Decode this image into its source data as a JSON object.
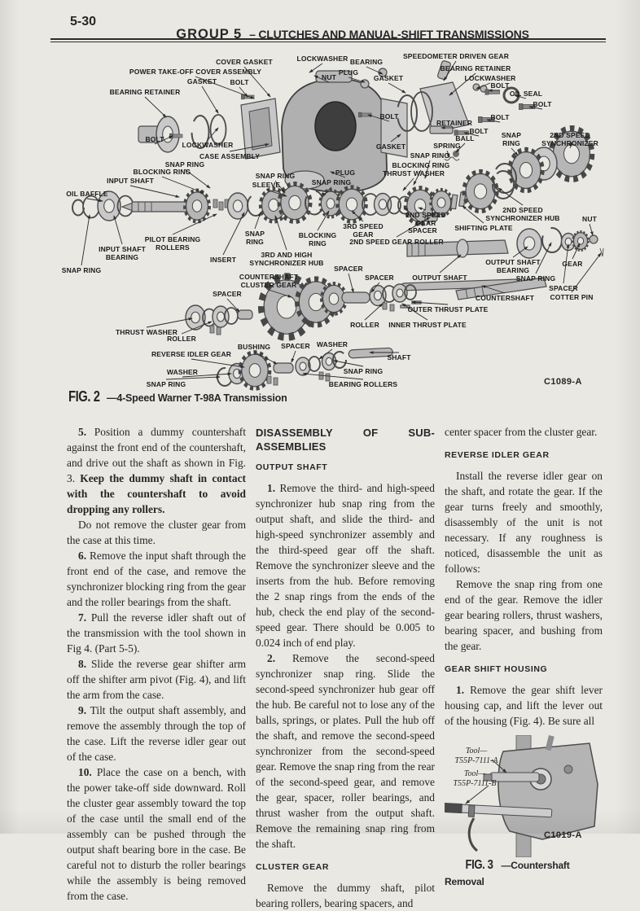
{
  "page": {
    "number": "5-30",
    "title_group": "GROUP 5",
    "title_rest": "– CLUTCHES AND MANUAL-SHIFT TRANSMISSIONS"
  },
  "fig2": {
    "caption_label": "FIG. 2",
    "caption_text": "—4-Speed Warner T-98A Transmission",
    "code": "C1089-A",
    "labels": [
      [
        "COVER GASKET",
        300,
        12,
        332,
        60
      ],
      [
        "LOCKWASHER",
        396,
        8,
        380,
        30
      ],
      [
        "BEARING",
        450,
        12,
        470,
        32
      ],
      [
        "SPEEDOMETER DRIVEN GEAR",
        560,
        5,
        545,
        40
      ],
      [
        "POWER TAKE-OFF COVER ASSEMBLY",
        240,
        24,
        312,
        62
      ],
      [
        "NUT",
        404,
        31,
        386,
        34
      ],
      [
        "PLUG",
        428,
        25,
        448,
        42
      ],
      [
        "GASKET",
        477,
        32,
        498,
        55
      ],
      [
        "BEARING RETAINER",
        584,
        20,
        552,
        58
      ],
      [
        "LOCKWASHER",
        602,
        32,
        585,
        50
      ],
      [
        "GASKET",
        248,
        36,
        268,
        80
      ],
      [
        "BOLT",
        294,
        37,
        304,
        60
      ],
      [
        "BOLT",
        614,
        41,
        600,
        52
      ],
      [
        "BEARING RETAINER",
        178,
        49,
        204,
        85
      ],
      [
        "OIL SEAL",
        646,
        51,
        632,
        58
      ],
      [
        "BOLT",
        666,
        64,
        650,
        72
      ],
      [
        "BOLT",
        478,
        79,
        452,
        82
      ],
      [
        "BOLT",
        614,
        80,
        598,
        88
      ],
      [
        "RETAINER",
        558,
        87,
        542,
        98
      ],
      [
        "BOLT",
        588,
        97,
        570,
        104
      ],
      [
        "BALL",
        571,
        106,
        560,
        128
      ],
      [
        "SNAP\nRING",
        628,
        102,
        636,
        132
      ],
      [
        "2ND SPEED\nSYNCHRONIZER",
        700,
        102,
        702,
        116
      ],
      [
        "GASKET",
        480,
        116,
        492,
        106
      ],
      [
        "SPRING",
        549,
        115,
        552,
        134
      ],
      [
        "SNAP RING",
        528,
        127,
        522,
        160
      ],
      [
        "BLOCKING RING",
        517,
        139,
        508,
        168
      ],
      [
        "THRUST WASHER",
        508,
        149,
        495,
        175
      ],
      [
        "BOLT",
        190,
        107,
        212,
        108
      ],
      [
        "LOCKWASHER",
        255,
        114,
        268,
        98
      ],
      [
        "CASE ASSEMBLY",
        282,
        128,
        330,
        118
      ],
      [
        "SNAP RING",
        227,
        138,
        258,
        172
      ],
      [
        "BLOCKING RING",
        199,
        147,
        250,
        178
      ],
      [
        "INPUT SHAFT",
        160,
        158,
        220,
        183
      ],
      [
        "OIL BAFFLE",
        107,
        174,
        126,
        188
      ],
      [
        "SNAP RING",
        338,
        152,
        350,
        178
      ],
      [
        "SLEEVE",
        327,
        163,
        352,
        182
      ],
      [
        "PLUG",
        424,
        148,
        406,
        152
      ],
      [
        "SNAP RING",
        407,
        160,
        396,
        182
      ],
      [
        "SNAP RING",
        100,
        268,
        110,
        205
      ],
      [
        "INPUT SHAFT\nBEARING",
        150,
        242,
        140,
        206
      ],
      [
        "PILOT BEARING\nROLLERS",
        212,
        230,
        266,
        204
      ],
      [
        "INSERT",
        274,
        255,
        300,
        202
      ],
      [
        "SNAP\nRING",
        313,
        223,
        320,
        202
      ],
      [
        "3RD AND HIGH\nSYNCHRONIZER HUB",
        352,
        249,
        338,
        206
      ],
      [
        "BLOCKING\nRING",
        390,
        225,
        404,
        200
      ],
      [
        "3RD SPEED\nGEAR",
        446,
        214,
        432,
        200
      ],
      [
        "2ND SPEED\nGEAR",
        523,
        200,
        514,
        196
      ],
      [
        "SPACER",
        519,
        219,
        497,
        196
      ],
      [
        "2ND SPEED GEAR ROLLER",
        487,
        233,
        528,
        208
      ],
      [
        "SHIFTING PLATE",
        594,
        216,
        568,
        194
      ],
      [
        "2ND SPEED\nSYNCHRONIZER HUB",
        642,
        194,
        612,
        172
      ],
      [
        "NUT",
        724,
        205,
        728,
        230
      ],
      [
        "OUTPUT SHAFT",
        540,
        277,
        566,
        254
      ],
      [
        "OUTPUT SHAFT\nBEARING",
        630,
        258,
        648,
        244
      ],
      [
        "GEAR",
        703,
        260,
        712,
        240
      ],
      [
        "SNAP RING",
        658,
        278,
        677,
        239
      ],
      [
        "SPACER",
        692,
        290,
        698,
        241
      ],
      [
        "COTTER PIN",
        702,
        301,
        738,
        252
      ],
      [
        "COUNTERSHAFT",
        620,
        302,
        592,
        292
      ],
      [
        "OUTER THRUST PLATE",
        550,
        316,
        506,
        312
      ],
      [
        "INNER THRUST PLATE",
        525,
        335,
        494,
        314
      ],
      [
        "ROLLER",
        448,
        335,
        470,
        314
      ],
      [
        "SPACER",
        428,
        266,
        434,
        300
      ],
      [
        "SPACER",
        466,
        277,
        456,
        300
      ],
      [
        "COUNTERSHAFT\nCLUSTER GEAR",
        330,
        276,
        358,
        306
      ],
      [
        "SPACER",
        279,
        297,
        294,
        324
      ],
      [
        "THRUST WASHER",
        180,
        344,
        236,
        332
      ],
      [
        "ROLLER",
        223,
        352,
        260,
        336
      ],
      [
        "REVERSE IDLER GEAR",
        235,
        371,
        300,
        392
      ],
      [
        "BUSHING",
        312,
        362,
        340,
        388
      ],
      [
        "SPACER",
        363,
        361,
        358,
        386
      ],
      [
        "WASHER",
        408,
        359,
        392,
        382
      ],
      [
        "WASHER",
        224,
        393,
        284,
        400
      ],
      [
        "SNAP RING",
        204,
        408,
        270,
        404
      ],
      [
        "SHAFT",
        490,
        375,
        454,
        374
      ],
      [
        "SNAP RING",
        446,
        392,
        410,
        384
      ],
      [
        "BEARING ROLLERS",
        446,
        408,
        372,
        400
      ]
    ]
  },
  "col1": {
    "p5_num": "5.",
    "p5_a": "Position a dummy countershaft against the front end of the countershaft, and drive out the shaft as shown in Fig. 3.",
    "p5_b": "Keep the dummy shaft in contact with the countershaft to avoid dropping any rollers.",
    "p_do": "Do not remove the cluster gear from the case at this time.",
    "p6_num": "6.",
    "p6": "Remove the input shaft through the front end of the case, and remove the synchronizer blocking ring from the gear and the roller bearings from the shaft.",
    "p7_num": "7.",
    "p7": "Pull the reverse idler shaft out of the transmission with the tool shown in Fig 4. (Part 5-5).",
    "p8_num": "8.",
    "p8": "Slide the reverse gear shifter arm off the shifter arm pivot (Fig. 4), and lift the arm from the case.",
    "p9_num": "9.",
    "p9": "Tilt the output shaft assembly, and remove the assembly through the top of the case. Lift the reverse idler gear out of the case.",
    "p10_num": "10.",
    "p10": "Place the case on a bench, with the power take-off side downward. Roll the cluster gear assembly toward the top of the case until the small end of the assembly can be pushed through the output shaft bearing bore in the case. Be careful not to disturb the roller bearings while the assembly is being removed from the case."
  },
  "col2": {
    "heading": "DISASSEMBLY OF SUB-ASSEMBLIES",
    "sub1": "OUTPUT SHAFT",
    "p1_num": "1.",
    "p1": "Remove the third- and high-speed synchronizer hub snap ring from the output shaft, and slide the third- and high-speed synchronizer assembly and the third-speed gear off the shaft. Remove the synchronizer sleeve and the inserts from the hub. Before removing the 2 snap rings from the ends of the hub, check the end play of the second-speed gear. There should be 0.005 to 0.024 inch of end play.",
    "p2_num": "2.",
    "p2": "Remove the second-speed synchronizer snap ring. Slide the second-speed synchronizer hub gear off the hub. Be careful not to lose any of the balls, springs, or plates. Pull the hub off the shaft, and remove the second-speed synchronizer from the second-speed gear. Remove the snap ring from the rear of the second-speed gear, and remove the gear, spacer, roller bearings, and thrust washer from the output shaft. Remove the remaining snap ring from the shaft.",
    "sub2": "CLUSTER GEAR",
    "p3": "Remove the dummy shaft, pilot bearing rollers, bearing spacers, and"
  },
  "col3": {
    "p0": "center spacer from the cluster gear.",
    "sub1": "REVERSE IDLER GEAR",
    "p1": "Install the reverse idler gear on the shaft, and rotate the gear. If the gear turns freely and smoothly, disassembly of the unit is not necessary. If any roughness is noticed, disassemble the unit as follows:",
    "p2": "Remove the snap ring from one end of the gear. Remove the idler gear bearing rollers, thrust washers, bearing spacer, and bushing from the gear.",
    "sub2": "GEAR SHIFT HOUSING",
    "p3_num": "1.",
    "p3": "Remove the gear shift lever housing cap, and lift the lever out of the housing (Fig. 4). Be sure all"
  },
  "fig3": {
    "tool_a": "Tool—\nT55P-7111-A",
    "tool_b": "Tool—\nT55P-7111-B",
    "code": "C1019-A",
    "caption_label": "FIG. 3",
    "caption_text": "—Countershaft Removal"
  }
}
